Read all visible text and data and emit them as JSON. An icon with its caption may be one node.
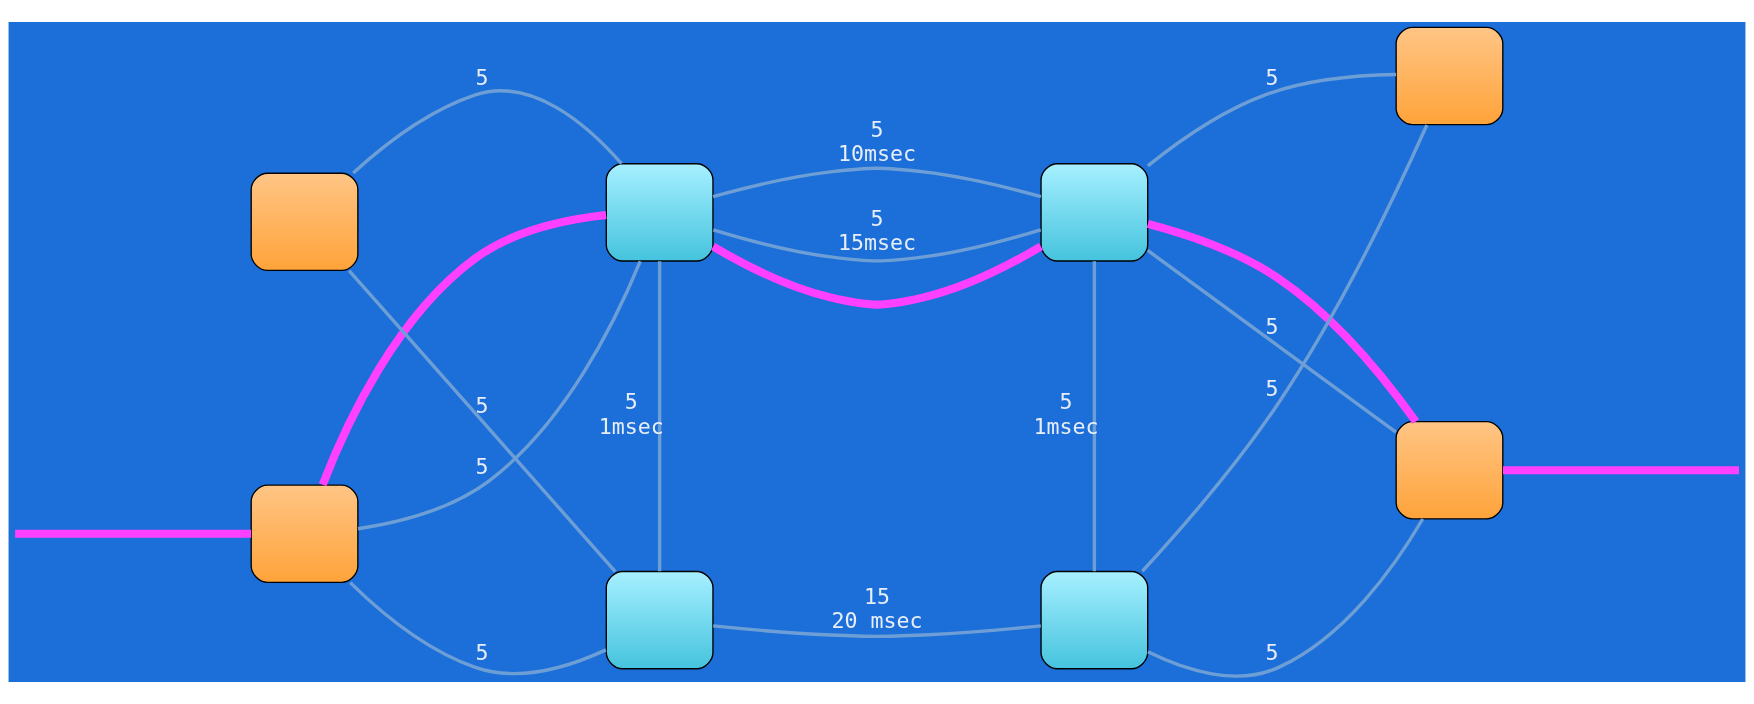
{
  "diagram": {
    "nodes": [
      {
        "text": [],
        "shape": "box"
      },
      {
        "text": [],
        "shape": "box"
      },
      {
        "text": [],
        "shape": "box"
      },
      {
        "text": [],
        "shape": "box"
      },
      {
        "text": [],
        "shape": "box"
      },
      {
        "text": [],
        "shape": "box"
      },
      {
        "text": [],
        "shape": "box"
      },
      {
        "text": [],
        "shape": "box"
      }
    ],
    "edges": [
      {
        "from": 0,
        "to": 2,
        "arrow": "none",
        "label": "5"
      },
      {
        "from": 1,
        "to": 2,
        "arrow": "none",
        "label": "5"
      },
      {
        "from": 0,
        "to": 3,
        "arrow": "none",
        "label": "5"
      },
      {
        "from": 1,
        "to": 3,
        "arrow": "none",
        "label": "5"
      },
      {
        "from": 2,
        "to": 4,
        "arrow": "none",
        "label": "5 10msec"
      },
      {
        "from": 2,
        "to": 4,
        "arrow": "none",
        "label": "5 15msec"
      },
      {
        "from": 2,
        "to": 3,
        "arrow": "none",
        "label": "5 1msec"
      },
      {
        "from": 4,
        "to": 5,
        "arrow": "none",
        "label": "5 1msec"
      },
      {
        "from": 3,
        "to": 5,
        "arrow": "none",
        "label": "15 20 msec"
      },
      {
        "from": 4,
        "to": 6,
        "arrow": "none",
        "label": "5"
      },
      {
        "from": 4,
        "to": 7,
        "arrow": "none",
        "label": "5"
      },
      {
        "from": 5,
        "to": 6,
        "arrow": "none",
        "label": "5"
      },
      {
        "from": 5,
        "to": 7,
        "arrow": "none",
        "label": "5"
      },
      {
        "from": null,
        "to": 0,
        "arrow": "none",
        "style": "thick",
        "color": "#ff40ff"
      },
      {
        "from": 0,
        "to": 2,
        "arrow": "none",
        "style": "thick",
        "color": "#ff40ff"
      },
      {
        "from": 2,
        "to": 4,
        "arrow": "none",
        "style": "thick",
        "color": "#ff40ff"
      },
      {
        "from": 4,
        "to": 6,
        "arrow": "none",
        "style": "thick",
        "color": "#ff40ff"
      },
      {
        "from": 6,
        "to": null,
        "arrow": "none",
        "style": "thick",
        "color": "#ff40ff"
      }
    ]
  }
}
